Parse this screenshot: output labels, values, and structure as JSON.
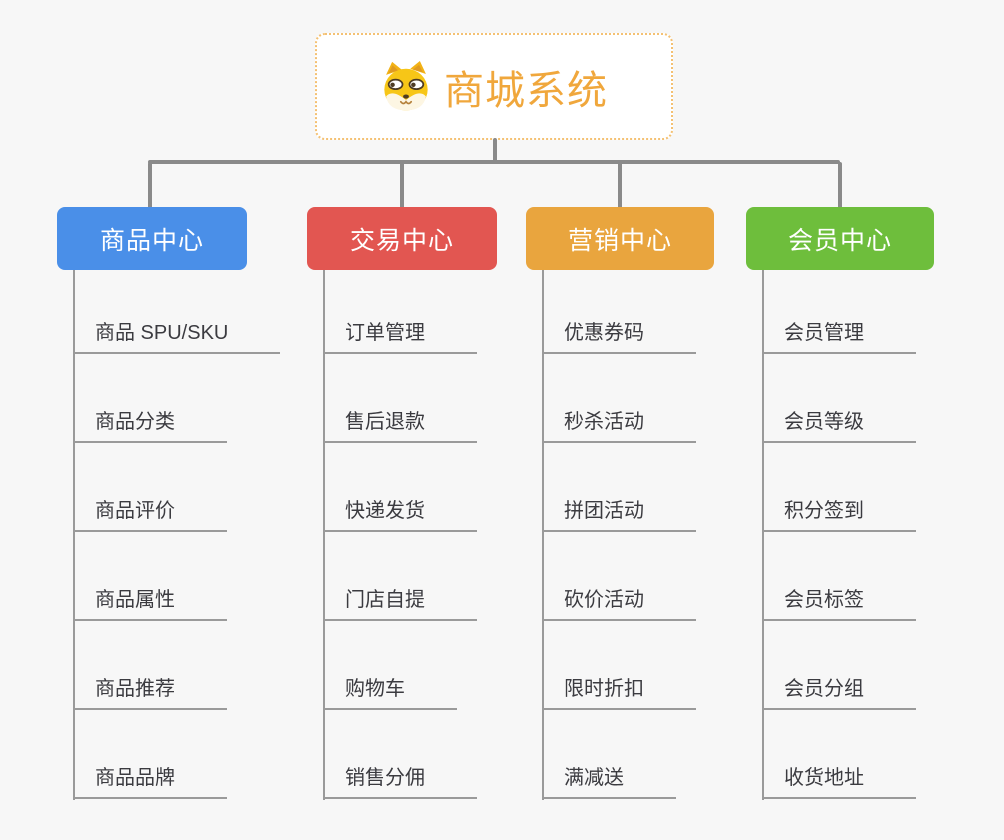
{
  "page": {
    "background": "#f7f7f7"
  },
  "root": {
    "title": "商城系统",
    "icon": "dog-face-icon",
    "text_color": "#f0a73c",
    "border_color": "#f4c173",
    "background": "#ffffff"
  },
  "connector": {
    "color": "#8a8a8a",
    "leaf_line_color": "#9a9a9a"
  },
  "branches": [
    {
      "label": "商品中心",
      "color": "#4a8fe8",
      "children": [
        "商品 SPU/SKU",
        "商品分类",
        "商品评价",
        "商品属性",
        "商品推荐",
        "商品品牌"
      ]
    },
    {
      "label": "交易中心",
      "color": "#e25651",
      "children": [
        "订单管理",
        "售后退款",
        "快递发货",
        "门店自提",
        "购物车",
        "销售分佣"
      ]
    },
    {
      "label": "营销中心",
      "color": "#e9a53e",
      "children": [
        "优惠券码",
        "秒杀活动",
        "拼团活动",
        "砍价活动",
        "限时折扣",
        "满减送"
      ]
    },
    {
      "label": "会员中心",
      "color": "#6ebe3c",
      "children": [
        "会员管理",
        "会员等级",
        "积分签到",
        "会员标签",
        "会员分组",
        "收货地址"
      ]
    }
  ]
}
